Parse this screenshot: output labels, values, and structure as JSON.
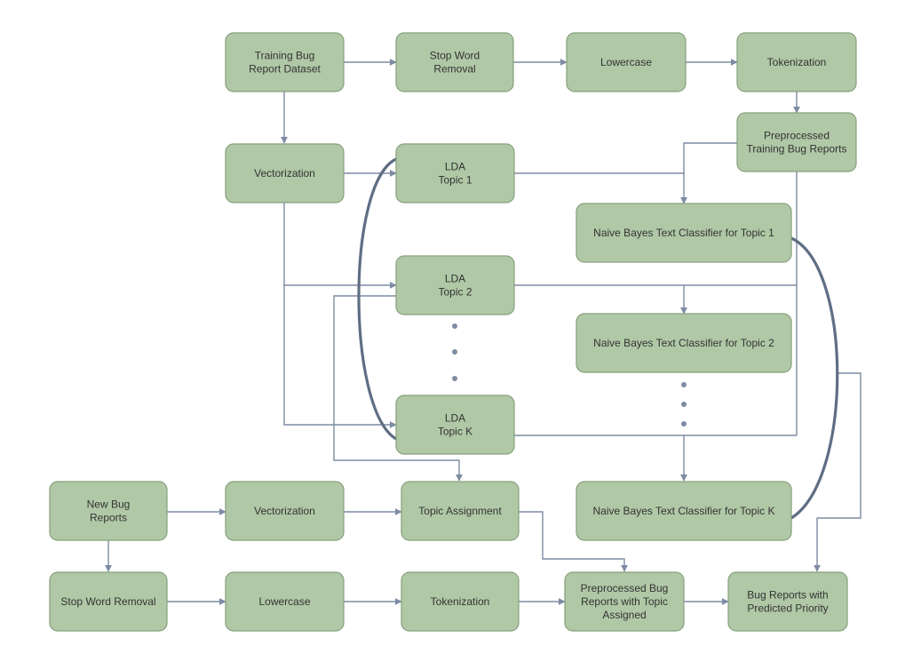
{
  "nodes": {
    "training_dataset": [
      "Training Bug",
      "Report Dataset"
    ],
    "stop_word_removal_top": [
      "Stop Word",
      "Removal"
    ],
    "lowercase_top": [
      "Lowercase"
    ],
    "tokenization_top": [
      "Tokenization"
    ],
    "preprocessed_training": [
      "Preprocessed",
      "Training Bug Reports"
    ],
    "vectorization_top": [
      "Vectorization"
    ],
    "lda_topic_1": [
      "LDA",
      "Topic 1"
    ],
    "lda_topic_2": [
      "LDA",
      "Topic 2"
    ],
    "lda_topic_k": [
      "LDA",
      "Topic K"
    ],
    "nb_topic_1": [
      "Naive Bayes Text Classifier for Topic 1"
    ],
    "nb_topic_2": [
      "Naive Bayes Text Classifier for Topic 2"
    ],
    "nb_topic_k": [
      "Naive Bayes Text Classifier for Topic K"
    ],
    "new_bug_reports": [
      "New Bug",
      "Reports"
    ],
    "vectorization_bottom": [
      "Vectorization"
    ],
    "topic_assignment": [
      "Topic Assignment"
    ],
    "stop_word_removal_bottom": [
      "Stop Word Removal"
    ],
    "lowercase_bottom": [
      "Lowercase"
    ],
    "tokenization_bottom": [
      "Tokenization"
    ],
    "preprocessed_assigned": [
      "Preprocessed Bug",
      "Reports with Topic",
      "Assigned"
    ],
    "predicted_priority": [
      "Bug Reports with",
      "Predicted Priority"
    ]
  },
  "colors": {
    "node_fill": "#b0c8a6",
    "node_stroke": "#86a07c",
    "edge": "#7d8ba3",
    "bracket": "#5f6e84",
    "text": "#333333"
  }
}
